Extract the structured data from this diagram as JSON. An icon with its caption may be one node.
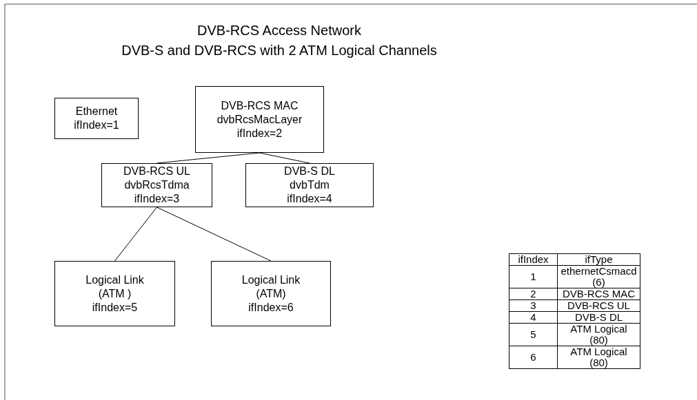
{
  "diagram": {
    "title": "DVB-RCS Access Network",
    "nodes": [
      {
        "text": [
          "Ethernet",
          "ifIndex=1"
        ]
      },
      {
        "text": [
          "DVB-RCS MAC",
          "dvbRcsMacLayer",
          "ifIndex=2"
        ]
      },
      {
        "text": [
          "DVB-RCS UL",
          "dvbRcsTdma",
          "ifIndex=3"
        ]
      },
      {
        "text": [
          "DVB-S DL",
          "dvbTdm",
          "ifIndex=4"
        ]
      },
      {
        "text": [
          "Logical Link",
          "(ATM )",
          "ifIndex=5"
        ]
      },
      {
        "text": [
          "Logical Link",
          "(ATM)",
          "ifIndex=6"
        ]
      }
    ],
    "edges": [
      {
        "from": 1,
        "to": 2,
        "arrow": "none"
      },
      {
        "from": 1,
        "to": 3,
        "arrow": "none"
      },
      {
        "from": 2,
        "to": 4,
        "arrow": "none"
      },
      {
        "from": 2,
        "to": 5,
        "arrow": "none"
      }
    ],
    "labels": [
      "DVB-S and DVB-RCS with 2 ATM Logical Channels",
      "ifIndex",
      "ifType",
      "1",
      "ethernetCsmacd (6)",
      "2",
      "DVB-RCS MAC",
      "3",
      "DVB-RCS UL",
      "4",
      "DVB-S DL",
      "5",
      "ATM Logical (80)",
      "6",
      "ATM Logical (80)"
    ]
  }
}
